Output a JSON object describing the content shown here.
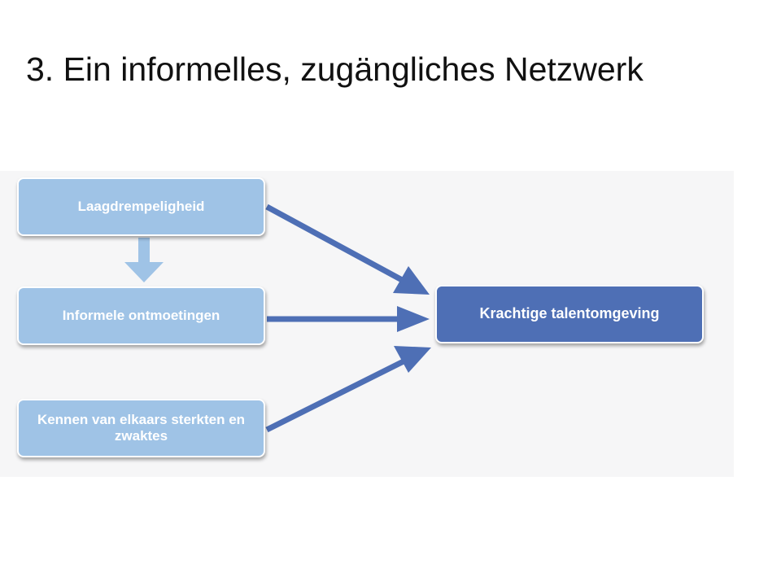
{
  "slide": {
    "title": "3. Ein informelles, zugängliches Netzwerk"
  },
  "diagram": {
    "nodes": [
      {
        "id": "laagdrempeligheid",
        "label": "Laagdrempeligheid"
      },
      {
        "id": "informele-ontmoetingen",
        "label": "Informele ontmoetingen"
      },
      {
        "id": "kennen-van-elkaars",
        "label": "Kennen van elkaars sterkten en zwaktes"
      },
      {
        "id": "krachtige-talentomgeving",
        "label": "Krachtige talentomgeving"
      }
    ],
    "edges": [
      {
        "from": "laagdrempeligheid",
        "to": "informele-ontmoetingen"
      },
      {
        "from": "laagdrempeligheid",
        "to": "krachtige-talentomgeving"
      },
      {
        "from": "informele-ontmoetingen",
        "to": "krachtige-talentomgeving"
      },
      {
        "from": "kennen-van-elkaars",
        "to": "krachtige-talentomgeving"
      }
    ],
    "colors": {
      "input_node": "#9fc3e6",
      "output_node": "#4e6fb5",
      "arrow_dark": "#4e6fb5",
      "arrow_light": "#9fc3e6",
      "panel_background": "#f6f6f7"
    }
  }
}
